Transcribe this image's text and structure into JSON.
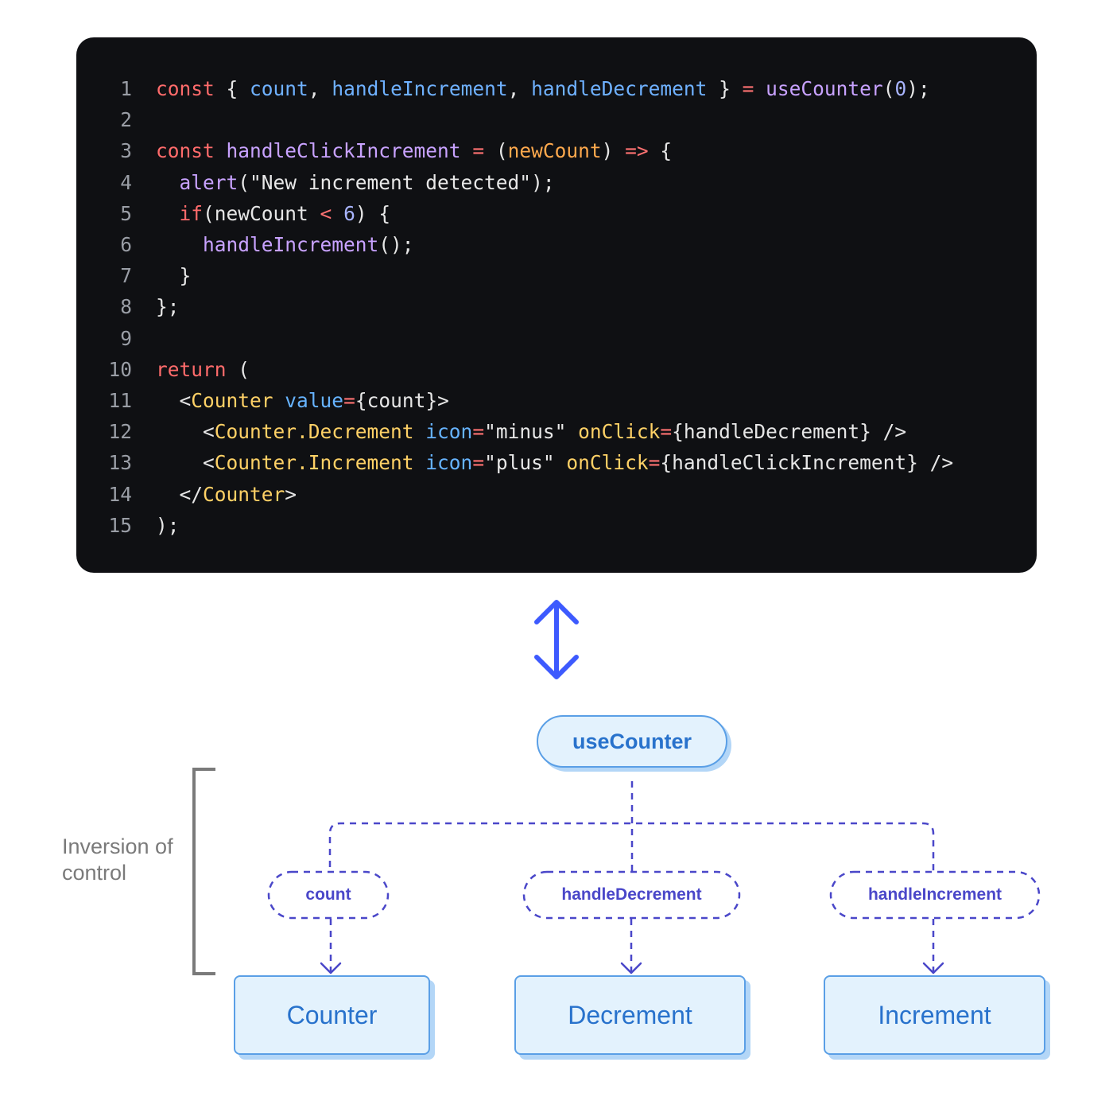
{
  "code": {
    "lines": [
      {
        "num": "1",
        "tokens": [
          {
            "t": "const",
            "c": "kw"
          },
          {
            "t": " { ",
            "c": "punc"
          },
          {
            "t": "count",
            "c": "var"
          },
          {
            "t": ", ",
            "c": "punc"
          },
          {
            "t": "handleIncrement",
            "c": "var"
          },
          {
            "t": ", ",
            "c": "punc"
          },
          {
            "t": "handleDecrement",
            "c": "var"
          },
          {
            "t": " } ",
            "c": "punc"
          },
          {
            "t": "=",
            "c": "op"
          },
          {
            "t": " ",
            "c": "punc"
          },
          {
            "t": "useCounter",
            "c": "fn"
          },
          {
            "t": "(",
            "c": "punc"
          },
          {
            "t": "0",
            "c": "num"
          },
          {
            "t": ");",
            "c": "punc"
          }
        ]
      },
      {
        "num": "2",
        "tokens": []
      },
      {
        "num": "3",
        "tokens": [
          {
            "t": "const",
            "c": "kw"
          },
          {
            "t": " ",
            "c": "punc"
          },
          {
            "t": "handleClickIncrement",
            "c": "fn"
          },
          {
            "t": " ",
            "c": "punc"
          },
          {
            "t": "=",
            "c": "op"
          },
          {
            "t": " (",
            "c": "punc"
          },
          {
            "t": "newCount",
            "c": "param"
          },
          {
            "t": ") ",
            "c": "punc"
          },
          {
            "t": "=>",
            "c": "op"
          },
          {
            "t": " {",
            "c": "punc"
          }
        ]
      },
      {
        "num": "4",
        "tokens": [
          {
            "t": "  ",
            "c": "punc"
          },
          {
            "t": "alert",
            "c": "fn"
          },
          {
            "t": "(",
            "c": "punc"
          },
          {
            "t": "\"New increment detected\"",
            "c": "str"
          },
          {
            "t": ");",
            "c": "punc"
          }
        ]
      },
      {
        "num": "5",
        "tokens": [
          {
            "t": "  ",
            "c": "punc"
          },
          {
            "t": "if",
            "c": "kw"
          },
          {
            "t": "(newCount ",
            "c": "plain"
          },
          {
            "t": "<",
            "c": "op"
          },
          {
            "t": " ",
            "c": "punc"
          },
          {
            "t": "6",
            "c": "num"
          },
          {
            "t": ") {",
            "c": "punc"
          }
        ]
      },
      {
        "num": "6",
        "tokens": [
          {
            "t": "    ",
            "c": "punc"
          },
          {
            "t": "handleIncrement",
            "c": "fn"
          },
          {
            "t": "();",
            "c": "punc"
          }
        ]
      },
      {
        "num": "7",
        "tokens": [
          {
            "t": "  }",
            "c": "punc"
          }
        ]
      },
      {
        "num": "8",
        "tokens": [
          {
            "t": "};",
            "c": "punc"
          }
        ]
      },
      {
        "num": "9",
        "tokens": []
      },
      {
        "num": "10",
        "tokens": [
          {
            "t": "return",
            "c": "kw"
          },
          {
            "t": " (",
            "c": "punc"
          }
        ]
      },
      {
        "num": "11",
        "tokens": [
          {
            "t": "  <",
            "c": "punc"
          },
          {
            "t": "Counter",
            "c": "comp"
          },
          {
            "t": " ",
            "c": "punc"
          },
          {
            "t": "value",
            "c": "attr"
          },
          {
            "t": "=",
            "c": "op"
          },
          {
            "t": "{count}>",
            "c": "punc"
          }
        ]
      },
      {
        "num": "12",
        "tokens": [
          {
            "t": "    <",
            "c": "punc"
          },
          {
            "t": "Counter.Decrement",
            "c": "comp"
          },
          {
            "t": " ",
            "c": "punc"
          },
          {
            "t": "icon",
            "c": "attr"
          },
          {
            "t": "=",
            "c": "op"
          },
          {
            "t": "\"minus\"",
            "c": "str"
          },
          {
            "t": " ",
            "c": "punc"
          },
          {
            "t": "onClick",
            "c": "comp"
          },
          {
            "t": "=",
            "c": "op"
          },
          {
            "t": "{handleDecrement} />",
            "c": "punc"
          }
        ]
      },
      {
        "num": "13",
        "tokens": [
          {
            "t": "    <",
            "c": "punc"
          },
          {
            "t": "Counter.Increment",
            "c": "comp"
          },
          {
            "t": " ",
            "c": "punc"
          },
          {
            "t": "icon",
            "c": "attr"
          },
          {
            "t": "=",
            "c": "op"
          },
          {
            "t": "\"plus\"",
            "c": "str"
          },
          {
            "t": " ",
            "c": "punc"
          },
          {
            "t": "onClick",
            "c": "comp"
          },
          {
            "t": "=",
            "c": "op"
          },
          {
            "t": "{handleClickIncrement} />",
            "c": "punc"
          }
        ]
      },
      {
        "num": "14",
        "tokens": [
          {
            "t": "  </",
            "c": "punc"
          },
          {
            "t": "Counter",
            "c": "comp"
          },
          {
            "t": ">",
            "c": "punc"
          }
        ]
      },
      {
        "num": "15",
        "tokens": [
          {
            "t": ");",
            "c": "punc"
          }
        ]
      }
    ]
  },
  "diagram": {
    "hook_label": "useCounter",
    "props": {
      "count": "count",
      "decrement": "handleDecrement",
      "increment": "handleIncrement"
    },
    "components": {
      "counter": "Counter",
      "decrement": "Decrement",
      "increment": "Increment"
    },
    "ioc_label": "Inversion of control",
    "colors": {
      "arrow": "#3d5afe",
      "dash": "#4a47c9",
      "node_fill": "#e3f2fd",
      "node_border": "#5a9fe6",
      "node_text": "#2872cc",
      "code_bg": "#0f1013"
    }
  }
}
